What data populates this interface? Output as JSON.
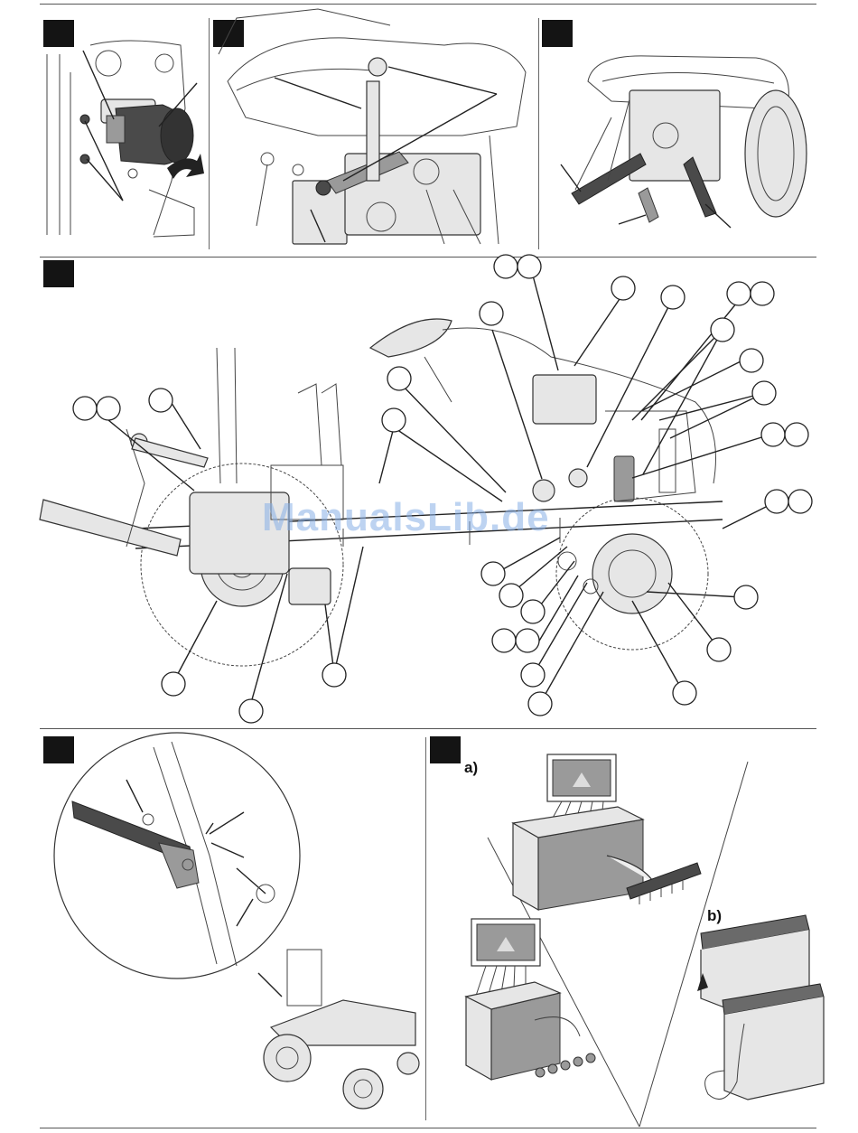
{
  "page": {
    "title": "",
    "watermark": "ManualsLib.de"
  },
  "panels": [
    {
      "id": "p1",
      "label": ""
    },
    {
      "id": "p2",
      "label": ""
    },
    {
      "id": "p3",
      "label": ""
    },
    {
      "id": "p4",
      "label": ""
    },
    {
      "id": "p5",
      "label": ""
    },
    {
      "id": "p6",
      "label": ""
    }
  ],
  "battery_panel": {
    "sub_a": "a)",
    "sub_b": "b)"
  },
  "colors": {
    "badge": "#141414",
    "line": "#222222",
    "watermark": "#87afe6"
  }
}
